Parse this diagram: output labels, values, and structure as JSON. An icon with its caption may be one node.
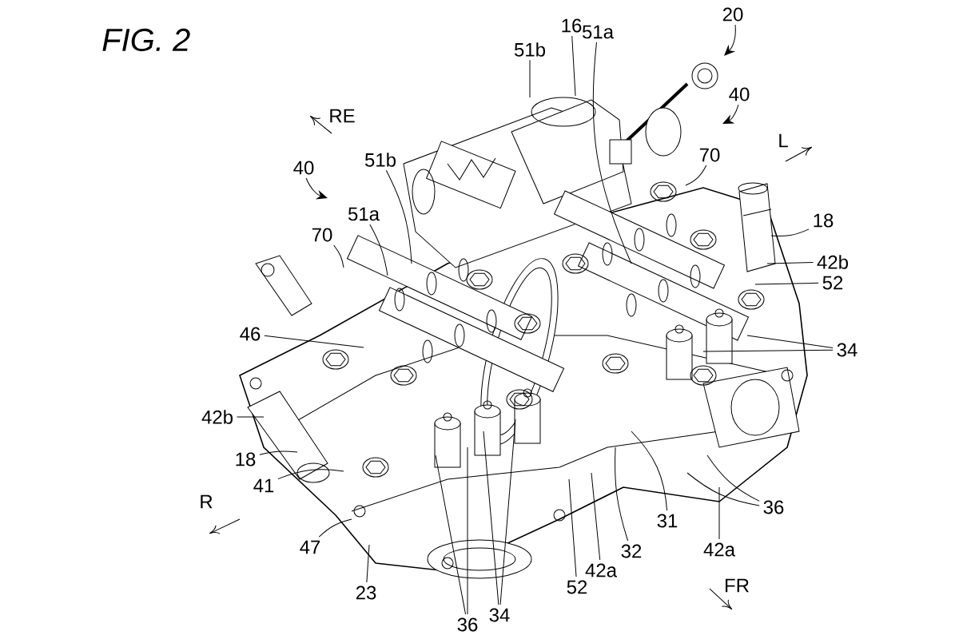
{
  "diagram": {
    "title": "FIG. 2",
    "nodes": [
      {
        "text": [
          "16"
        ]
      },
      {
        "text": [
          "51b"
        ]
      },
      {
        "text": [
          "51a"
        ]
      },
      {
        "text": [
          "20"
        ]
      },
      {
        "text": [
          "40"
        ]
      },
      {
        "text": [
          "70"
        ]
      },
      {
        "text": [
          "40"
        ]
      },
      {
        "text": [
          "51b"
        ]
      },
      {
        "text": [
          "70"
        ]
      },
      {
        "text": [
          "51a"
        ]
      },
      {
        "text": [
          "18"
        ]
      },
      {
        "text": [
          "42b"
        ]
      },
      {
        "text": [
          "52"
        ]
      },
      {
        "text": [
          "34"
        ]
      },
      {
        "text": [
          "46"
        ]
      },
      {
        "text": [
          "42b"
        ]
      },
      {
        "text": [
          "18"
        ]
      },
      {
        "text": [
          "41"
        ]
      },
      {
        "text": [
          "47"
        ]
      },
      {
        "text": [
          "23"
        ]
      },
      {
        "text": [
          "36"
        ]
      },
      {
        "text": [
          "34"
        ]
      },
      {
        "text": [
          "52"
        ]
      },
      {
        "text": [
          "42a"
        ]
      },
      {
        "text": [
          "32"
        ]
      },
      {
        "text": [
          "31"
        ]
      },
      {
        "text": [
          "42a"
        ]
      },
      {
        "text": [
          "36"
        ]
      }
    ],
    "edges": [
      {
        "from": 0,
        "to": null,
        "arrow": "none"
      },
      {
        "from": 1,
        "to": null,
        "arrow": "none"
      },
      {
        "from": 2,
        "to": null,
        "arrow": "none"
      },
      {
        "from": 3,
        "to": null,
        "arrow": "to"
      },
      {
        "from": 4,
        "to": null,
        "arrow": "to"
      },
      {
        "from": 5,
        "to": null,
        "arrow": "none"
      },
      {
        "from": 6,
        "to": null,
        "arrow": "to"
      },
      {
        "from": 7,
        "to": null,
        "arrow": "none"
      },
      {
        "from": 8,
        "to": null,
        "arrow": "none"
      },
      {
        "from": 9,
        "to": null,
        "arrow": "none"
      },
      {
        "from": 10,
        "to": null,
        "arrow": "none"
      },
      {
        "from": 11,
        "to": null,
        "arrow": "none"
      },
      {
        "from": 12,
        "to": null,
        "arrow": "none"
      },
      {
        "from": 13,
        "to": null,
        "arrow": "none"
      },
      {
        "from": 13,
        "to": null,
        "arrow": "none"
      },
      {
        "from": 14,
        "to": null,
        "arrow": "none"
      },
      {
        "from": 15,
        "to": null,
        "arrow": "none"
      },
      {
        "from": 16,
        "to": null,
        "arrow": "none"
      },
      {
        "from": 17,
        "to": null,
        "arrow": "none"
      },
      {
        "from": 18,
        "to": null,
        "arrow": "none"
      },
      {
        "from": 19,
        "to": null,
        "arrow": "none"
      },
      {
        "from": 20,
        "to": null,
        "arrow": "none"
      },
      {
        "from": 20,
        "to": null,
        "arrow": "none"
      },
      {
        "from": 21,
        "to": null,
        "arrow": "none"
      },
      {
        "from": 21,
        "to": null,
        "arrow": "none"
      },
      {
        "from": 22,
        "to": null,
        "arrow": "none"
      },
      {
        "from": 23,
        "to": null,
        "arrow": "none"
      },
      {
        "from": 24,
        "to": null,
        "arrow": "none"
      },
      {
        "from": 25,
        "to": null,
        "arrow": "none"
      },
      {
        "from": 26,
        "to": null,
        "arrow": "none"
      },
      {
        "from": 27,
        "to": null,
        "arrow": "none"
      },
      {
        "from": 27,
        "to": null,
        "arrow": "none"
      }
    ],
    "labels": [
      "RE",
      "L",
      "R",
      "FR"
    ]
  }
}
